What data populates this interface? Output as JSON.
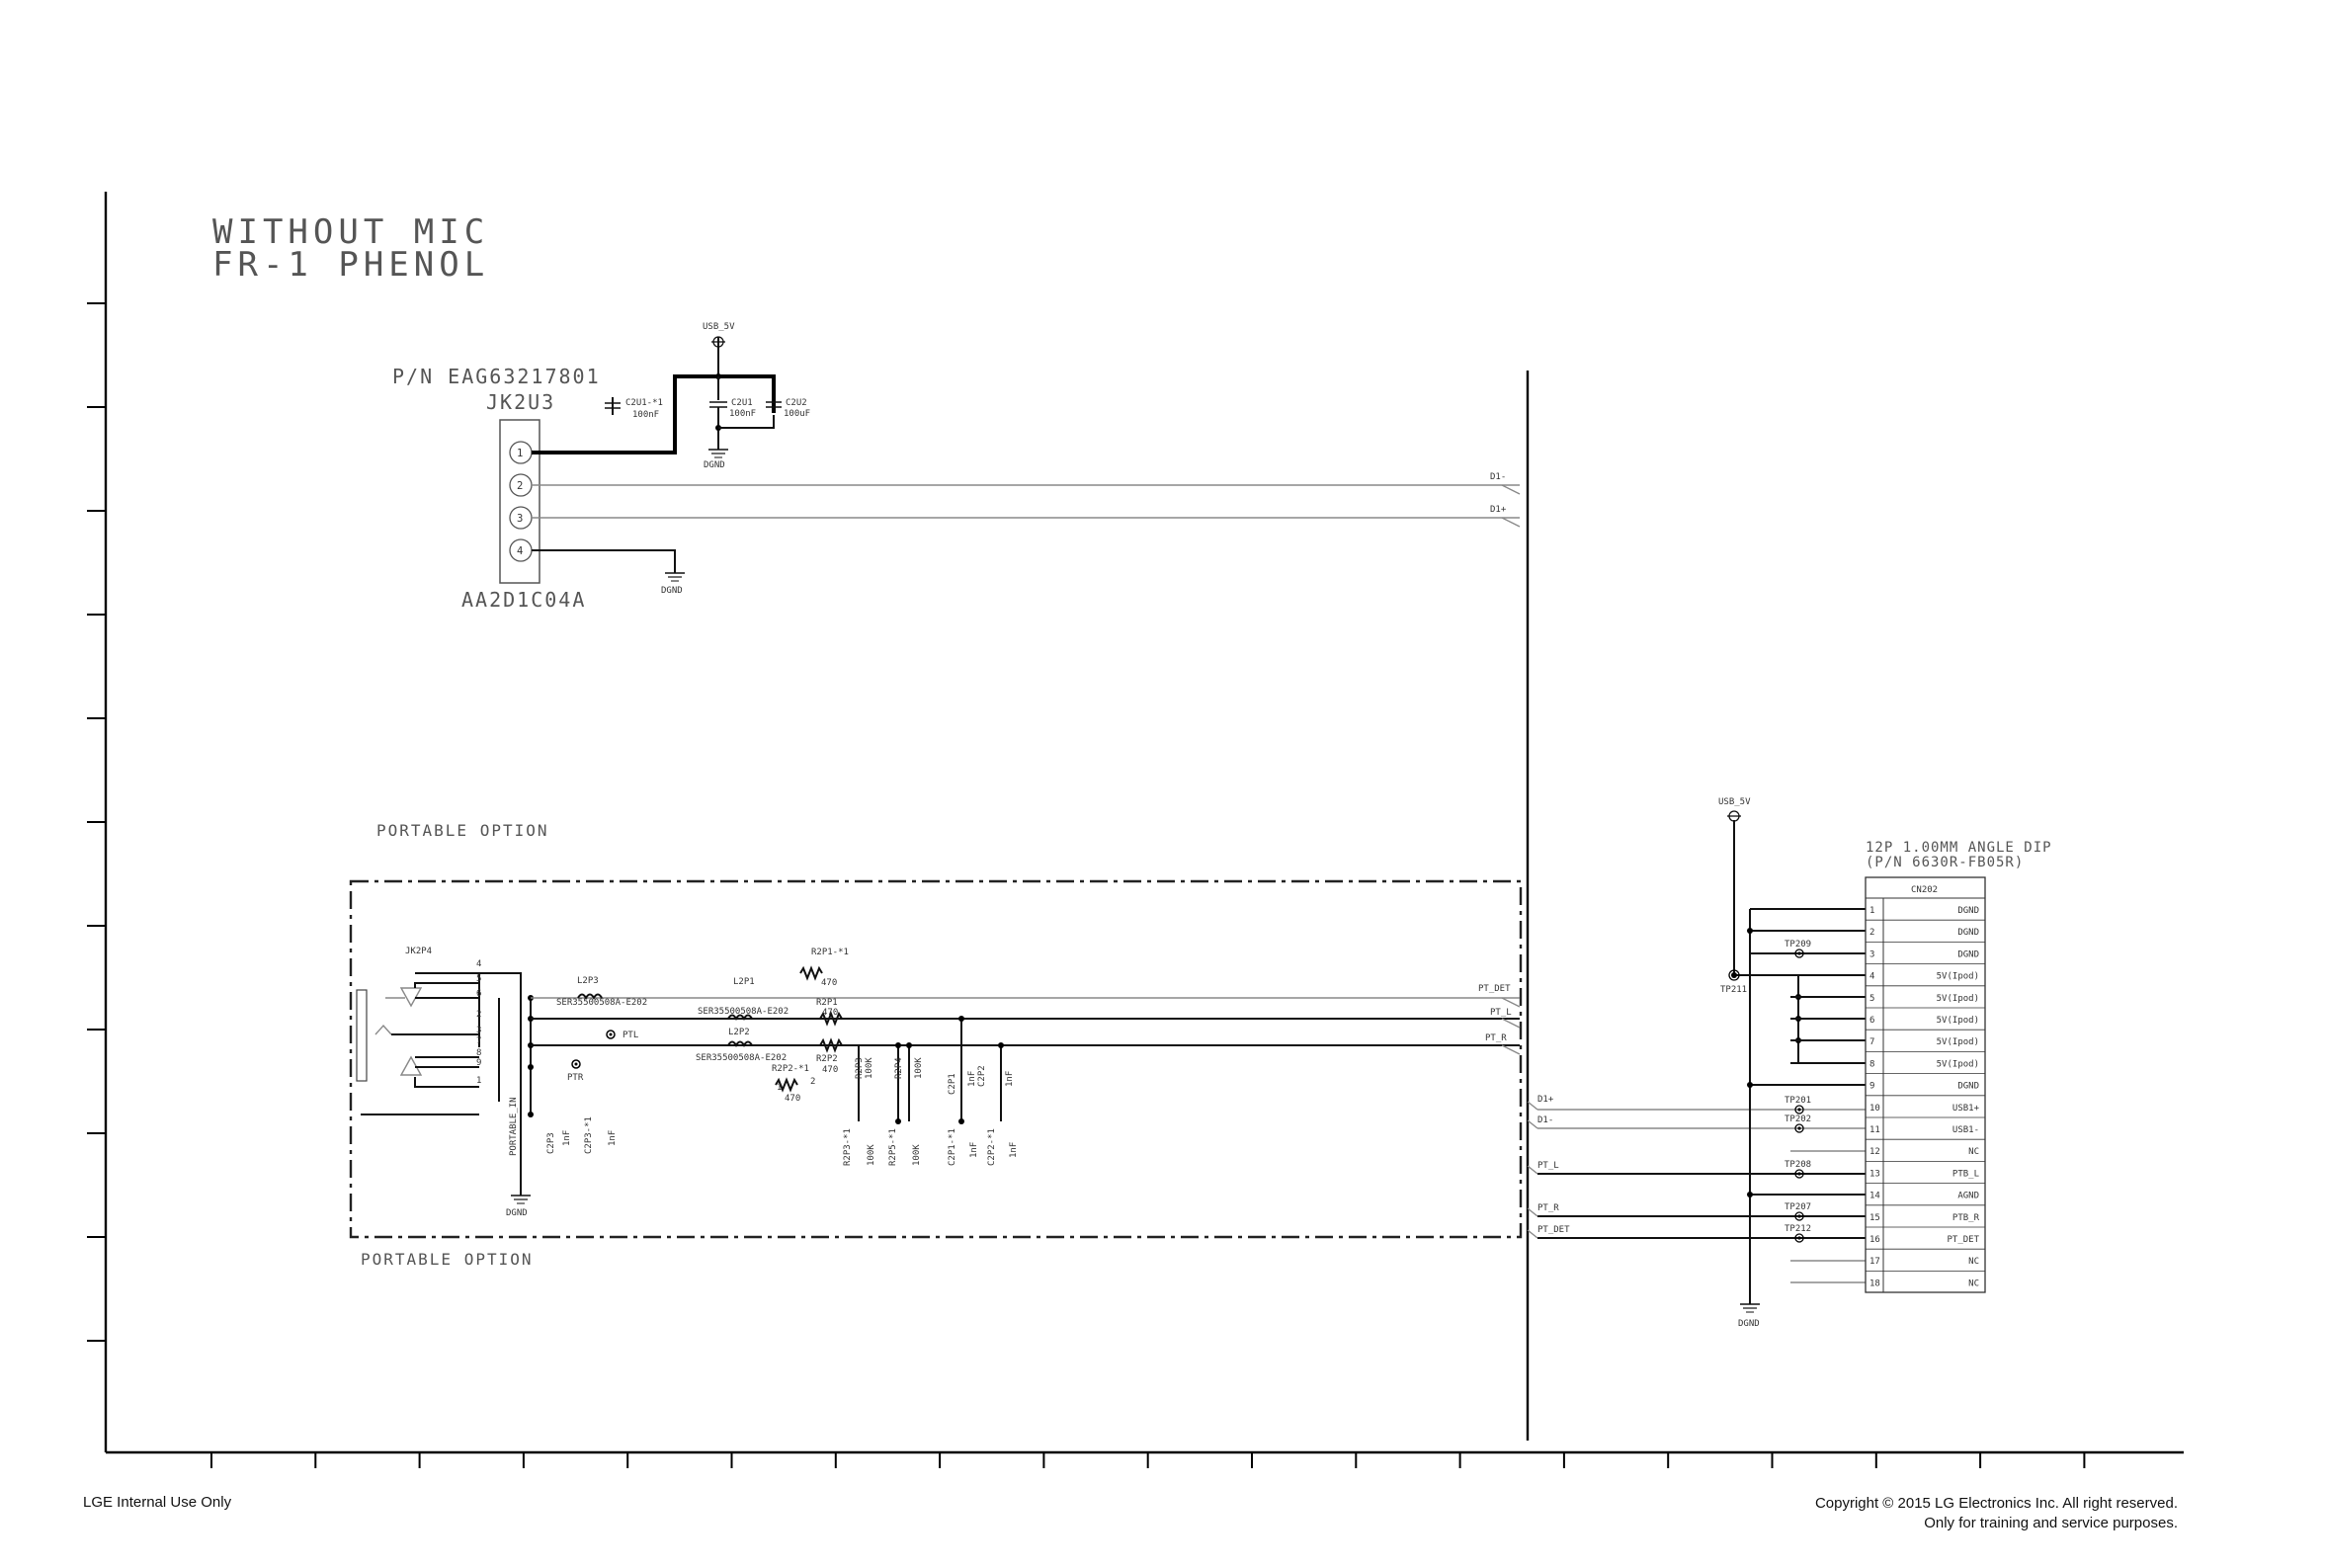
{
  "titles": {
    "line1": "WITHOUT MIC",
    "line2": "FR-1 PHENOL",
    "part_number": "P/N EAG63217801",
    "jack_ref": "JK2U3",
    "jack_part": "AA2D1C04A",
    "portable_option_top": "PORTABLE OPTION",
    "portable_option_bottom": "PORTABLE OPTION",
    "connector_title_1": "12P 1.00MM ANGLE DIP",
    "connector_title_2": "(P/N 6630R-FB05R)",
    "connector_ref": "CN202"
  },
  "usb_section": {
    "power_label": "USB_5V",
    "pins": [
      "1",
      "2",
      "3",
      "4"
    ],
    "caps": [
      {
        "ref": "C2U1-*1",
        "value": "100nF"
      },
      {
        "ref": "C2U1",
        "value": "100nF"
      },
      {
        "ref": "C2U2",
        "value": "100uF"
      }
    ],
    "ground_1": "DGND",
    "ground_2": "DGND",
    "net_dminus": "D1-",
    "net_dplus": "D1+"
  },
  "portable_section": {
    "jack_ref": "JK2P4",
    "pin_labels": [
      "4",
      "5",
      "6",
      "2",
      "3",
      "7",
      "8",
      "9",
      "1"
    ],
    "inductors": [
      {
        "ref": "L2P3",
        "part": "SER35500508A-E202"
      },
      {
        "ref": "L2P1",
        "part": "SER35500508A-E202"
      },
      {
        "ref": "L2P2",
        "part": "SER35500508A-E202"
      }
    ],
    "resistors": [
      {
        "ref": "R2P1-*1",
        "value": "470"
      },
      {
        "ref": "R2P1",
        "value": "470"
      },
      {
        "ref": "R2P2",
        "value": "470"
      },
      {
        "ref": "R2P2-*1",
        "value": "470"
      },
      {
        "ref": "R2P3",
        "value": "100K"
      },
      {
        "ref": "R2P4",
        "value": "100K"
      },
      {
        "ref": "R2P3-*1",
        "value": "100K"
      },
      {
        "ref": "R2P5-*1",
        "value": "100K"
      }
    ],
    "caps": [
      {
        "ref": "C2P1",
        "value": "1nF"
      },
      {
        "ref": "C2P2",
        "value": "1nF"
      },
      {
        "ref": "C2P3",
        "value": "1nF"
      },
      {
        "ref": "C2P1-*1",
        "value": "1nF"
      },
      {
        "ref": "C2P2-*1",
        "value": "1nF"
      },
      {
        "ref": "C2P3-*1",
        "value": "1nF"
      }
    ],
    "pin_1": "1",
    "pin_2": "2",
    "test_points": [
      "PTL",
      "PTR"
    ],
    "portable_in": "PORTABLE_IN",
    "ground": "DGND",
    "nets": [
      "PT_DET",
      "PT_L",
      "PT_R"
    ]
  },
  "right_nets": {
    "d_plus": "D1+",
    "d_minus": "D1-",
    "pt_l": "PT_L",
    "pt_r": "PT_R",
    "pt_det": "PT_DET",
    "power": "USB_5V",
    "ground": "DGND",
    "test_points": [
      {
        "ref": "TP209"
      },
      {
        "ref": "TP211"
      },
      {
        "ref": "TP201"
      },
      {
        "ref": "TP202"
      },
      {
        "ref": "TP208"
      },
      {
        "ref": "TP207"
      },
      {
        "ref": "TP212"
      }
    ]
  },
  "connector_pins": [
    {
      "num": "1",
      "name": "DGND"
    },
    {
      "num": "2",
      "name": "DGND"
    },
    {
      "num": "3",
      "name": "DGND"
    },
    {
      "num": "4",
      "name": "5V(Ipod)"
    },
    {
      "num": "5",
      "name": "5V(Ipod)"
    },
    {
      "num": "6",
      "name": "5V(Ipod)"
    },
    {
      "num": "7",
      "name": "5V(Ipod)"
    },
    {
      "num": "8",
      "name": "5V(Ipod)"
    },
    {
      "num": "9",
      "name": "DGND"
    },
    {
      "num": "10",
      "name": "USB1+"
    },
    {
      "num": "11",
      "name": "USB1-"
    },
    {
      "num": "12",
      "name": "NC"
    },
    {
      "num": "13",
      "name": "PTB_L"
    },
    {
      "num": "14",
      "name": "AGND"
    },
    {
      "num": "15",
      "name": "PTB_R"
    },
    {
      "num": "16",
      "name": "PT_DET"
    },
    {
      "num": "17",
      "name": "NC"
    },
    {
      "num": "18",
      "name": "NC"
    }
  ],
  "footer": {
    "left": "LGE Internal Use Only",
    "right_line1": "Copyright © 2015 LG Electronics Inc. All right reserved.",
    "right_line2": "Only for training and service purposes."
  }
}
